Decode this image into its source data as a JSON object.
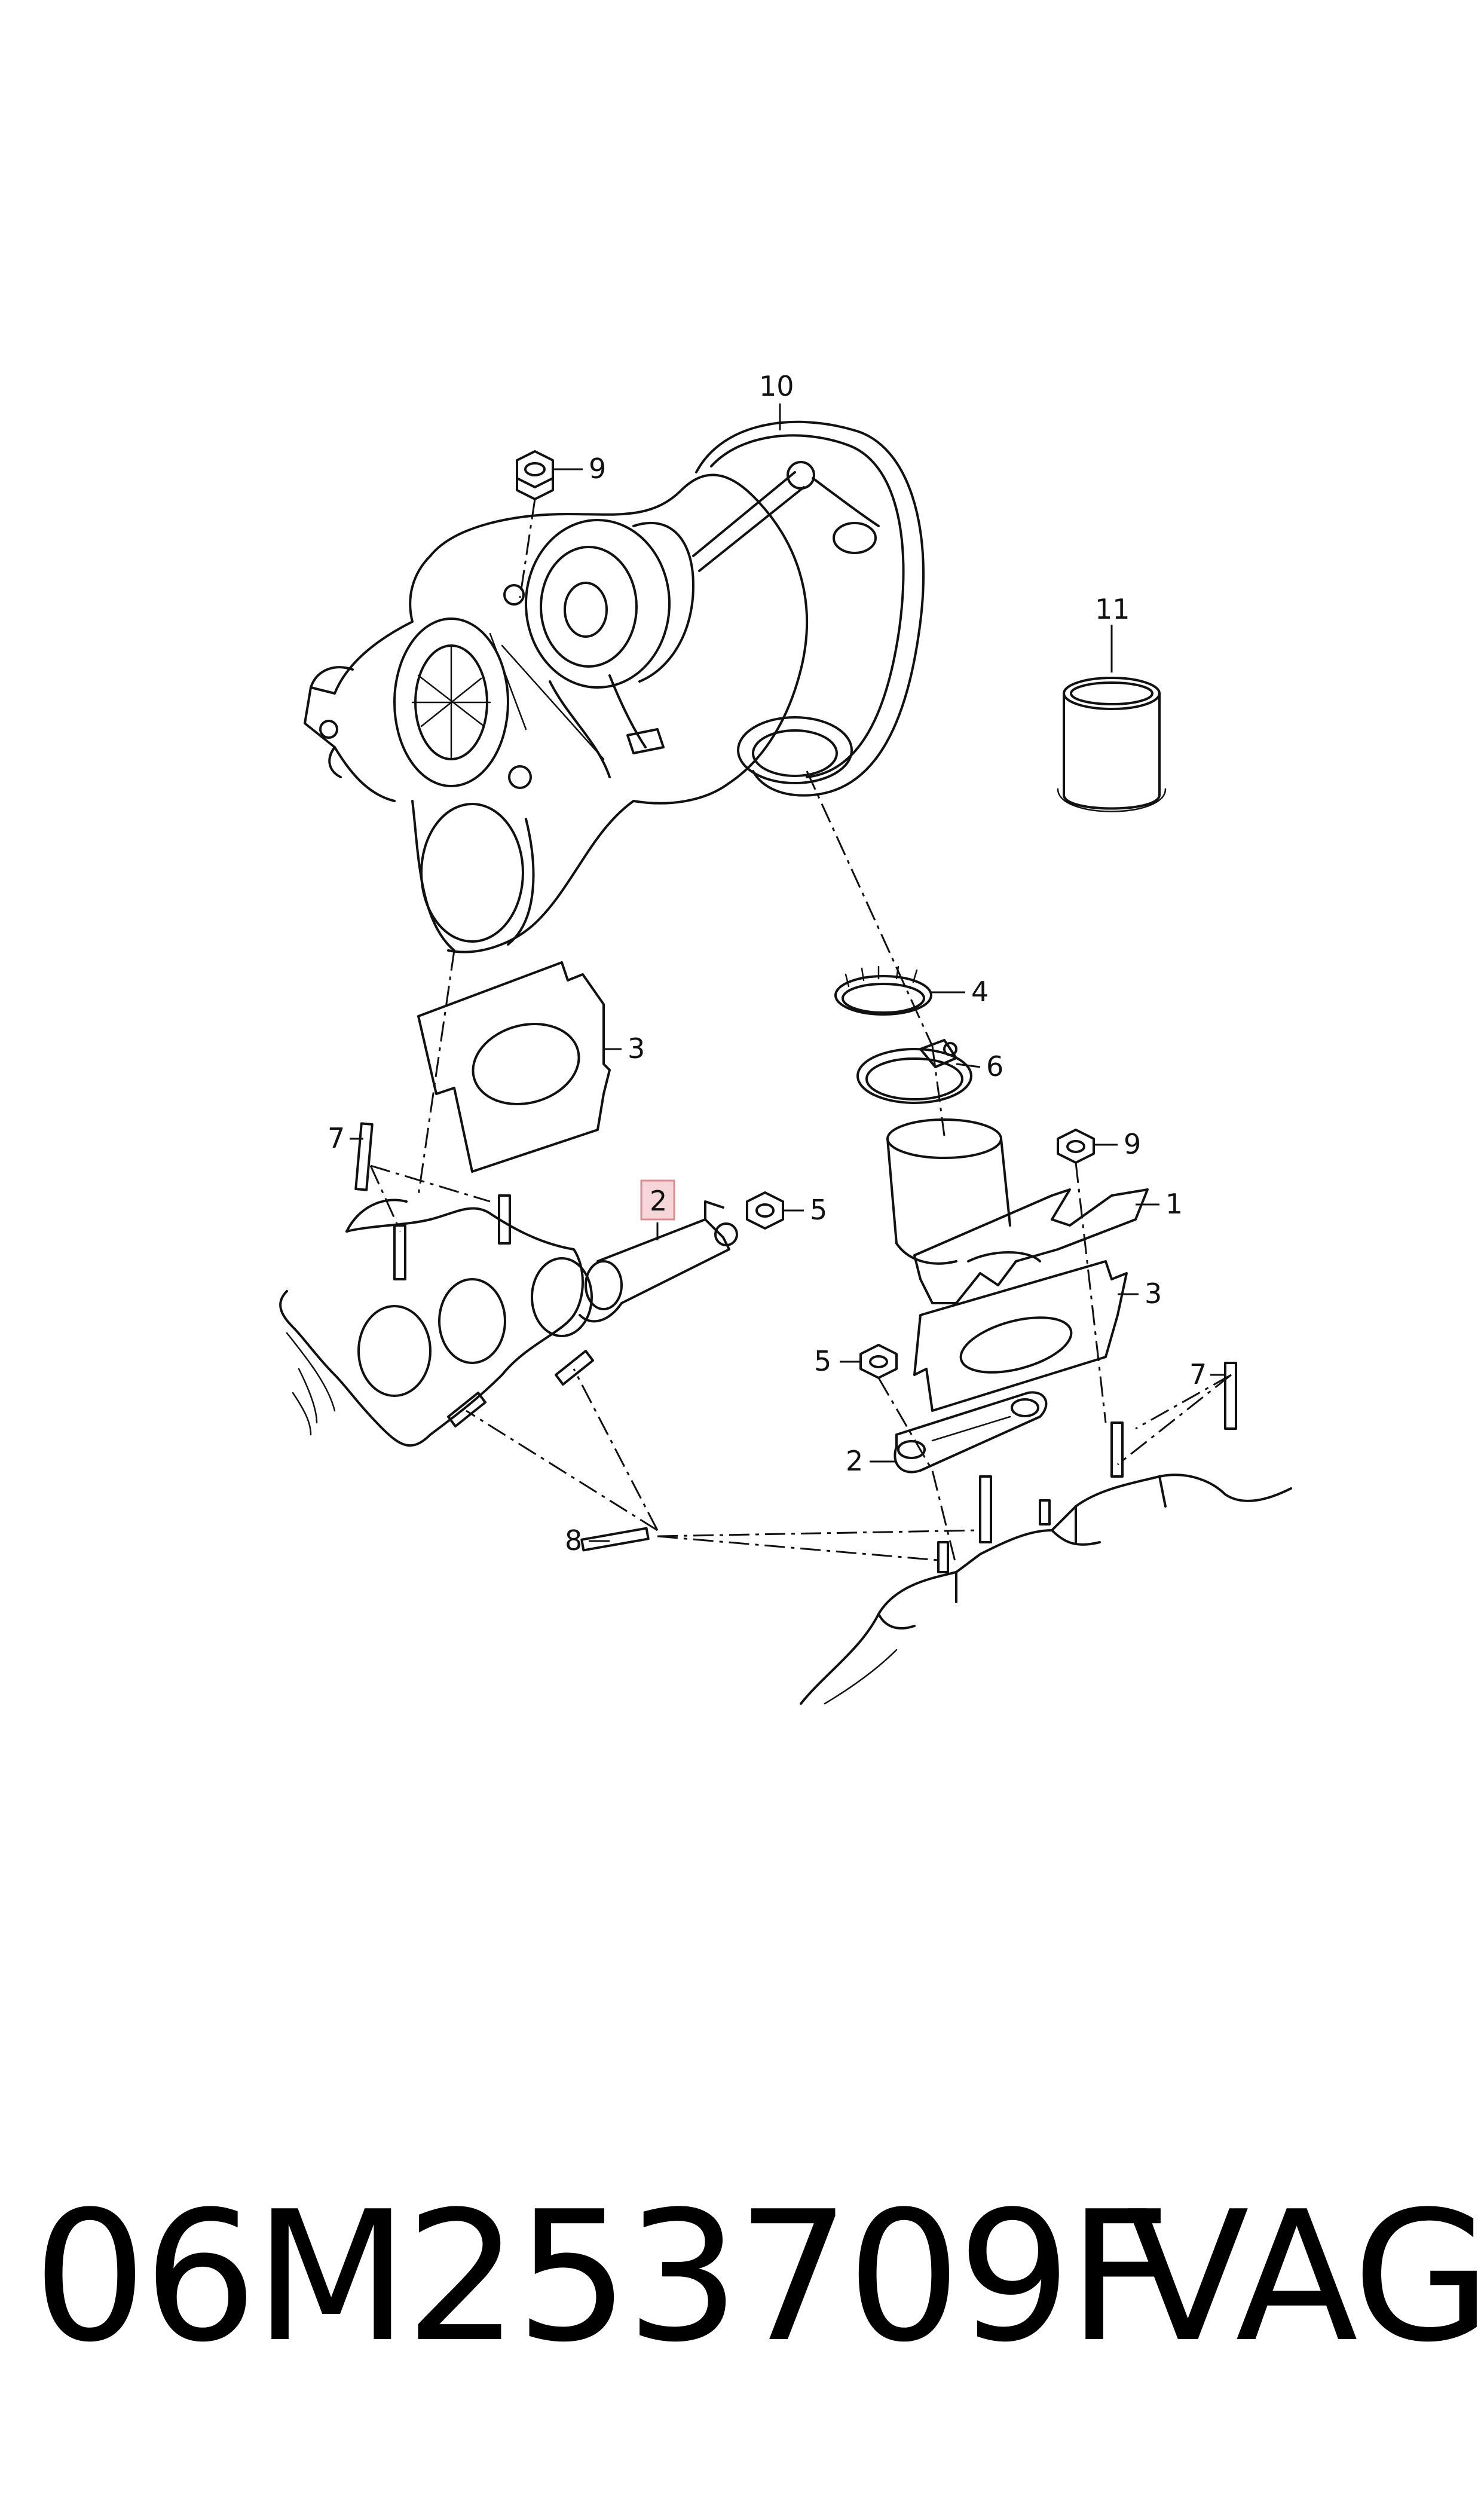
{
  "callouts": {
    "c10": "10",
    "c9a": "9",
    "c11": "11",
    "c4": "4",
    "c3a": "3",
    "c6": "6",
    "c7a": "7",
    "c9b": "9",
    "c2a": "2",
    "c5a": "5",
    "c1": "1",
    "c3b": "3",
    "c5b": "5",
    "c7b": "7",
    "c2b": "2",
    "c8": "8"
  },
  "footer": {
    "part_number": "06M253709F",
    "brand": "VAG"
  },
  "colors": {
    "line": "#111111",
    "highlight_fill": "#f6d6d9",
    "highlight_stroke": "#e08a93",
    "background": "#ffffff"
  }
}
